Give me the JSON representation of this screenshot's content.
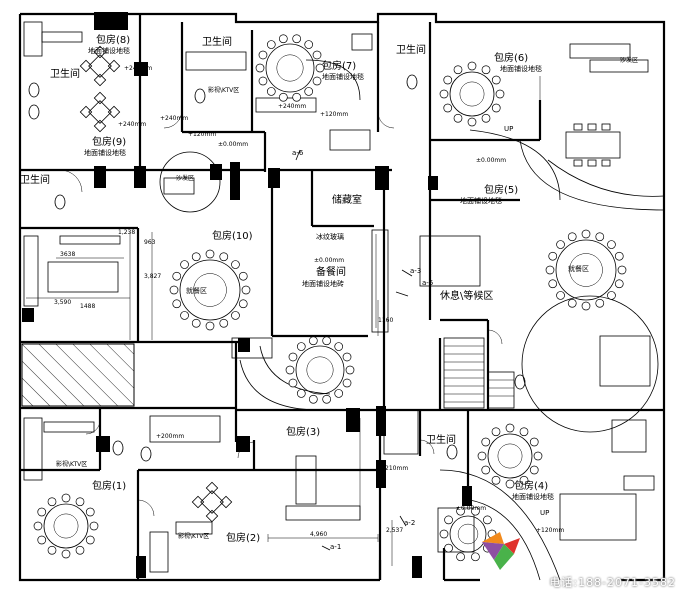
{
  "rooms": {
    "baofang8": "包房(8)",
    "baofang7": "包房(7)",
    "baofang6": "包房(6)",
    "baofang9": "包房(9)",
    "baofang10": "包房(10)",
    "baofang5": "包房(5)",
    "baofang3": "包房(3)",
    "baofang1": "包房(1)",
    "baofang2": "包房(2)",
    "baofang4": "包房(4)",
    "toilet_a": "卫生间",
    "toilet_b": "卫生间",
    "toilet_c": "卫生间",
    "toilet_d": "卫生间",
    "toilet_e": "卫生间",
    "storage": "储藏室",
    "pantry": "备餐间",
    "rest_area": "休息\\等候区"
  },
  "notes": {
    "floor_tile_8": "地面铺设地毯",
    "floor_tile_7": "地面铺设地毯",
    "floor_tile_6": "地面铺设地毯",
    "floor_tile_9": "地面铺设地毯",
    "floor_tile_5": "地面铺设地毯",
    "floor_tile_4": "地面铺设地毯",
    "pantry_floor": "地面铺设地砖",
    "frosted_glass": "冰纹玻璃",
    "dining_zone": "就餐区",
    "sofa_zone": "沙发区",
    "tv_zone": "影视\\KTV区",
    "elev_240": "+240mm",
    "elev_120": "+120mm",
    "elev_000": "±0.00mm",
    "elev_200": "+200mm",
    "elev_210": "+210mm",
    "up": "UP",
    "a1": "a-1",
    "a2": "a-2",
    "a3": "a-3",
    "a5": "a-5",
    "a6": "a-6",
    "dim_4960": "4,960",
    "dim_3590": "3,590",
    "dim_1238": "1,238",
    "dim_963": "963",
    "dim_3827": "3,827",
    "dim_3638": "3638",
    "dim_1488": "1488",
    "dim_1160": "1160",
    "dim_2537": "2,537"
  },
  "watermark": "电话:188-2071-3582",
  "colors": {
    "ink": "#000000",
    "hatch": "#000000",
    "background": "#ffffff",
    "logo_orange": "#f28a1c",
    "logo_red": "#e0322c",
    "logo_green": "#49b24a",
    "logo_purple": "#8e4fa3"
  }
}
